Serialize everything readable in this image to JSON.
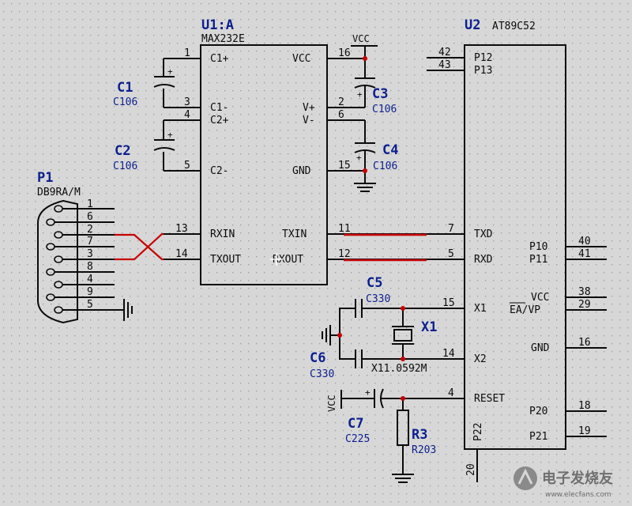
{
  "u1": {
    "ref": "U1:A",
    "part": "MAX232E",
    "left_labels": [
      "C1+",
      "C1-",
      "C2+",
      "C2-",
      "RXIN",
      "TXOUT"
    ],
    "left_pins": [
      "1",
      "3",
      "4",
      "5",
      "13",
      "14"
    ],
    "right_labels": [
      "VCC",
      "V+",
      "V-",
      "GND",
      "TXIN",
      "RXOUT"
    ],
    "right_pins": [
      "16",
      "2",
      "6",
      "15",
      "11",
      "12"
    ]
  },
  "u2": {
    "ref": "U2",
    "part": "AT89C52",
    "left_labels": [
      "P12",
      "P13",
      "TXD",
      "RXD",
      "X1",
      "X2",
      "RESET",
      "P22"
    ],
    "left_pins": [
      "42",
      "43",
      "7",
      "5",
      "15",
      "14",
      "4",
      "20"
    ],
    "right_labels": [
      "P10",
      "P11",
      "VCC",
      "EA/VP",
      "GND",
      "P20",
      "P21"
    ],
    "right_pins": [
      "40",
      "41",
      "38",
      "29",
      "16",
      "18",
      "19"
    ]
  },
  "p1": {
    "ref": "P1",
    "part": "DB9RA/M",
    "pins": [
      "1",
      "6",
      "2",
      "7",
      "3",
      "8",
      "4",
      "9",
      "5"
    ]
  },
  "components": {
    "c1": {
      "ref": "C1",
      "value": "C106"
    },
    "c2": {
      "ref": "C2",
      "value": "C106"
    },
    "c3": {
      "ref": "C3",
      "value": "C106"
    },
    "c4": {
      "ref": "C4",
      "value": "C106"
    },
    "c5": {
      "ref": "C5",
      "value": "C330"
    },
    "c6": {
      "ref": "C6",
      "value": "C330"
    },
    "c7": {
      "ref": "C7",
      "value": "C225"
    },
    "x1": {
      "ref": "X1",
      "value": "X11.0592M"
    },
    "r3": {
      "ref": "R3",
      "value": "R203"
    }
  },
  "power": {
    "vcc_top": "VCC",
    "vcc_reset": "VCC"
  },
  "polarity_mark": "+",
  "watermark": "电子发烧友",
  "watermark_url": "www.elecfans.com",
  "colors": {
    "wire": "#0b0b0b",
    "ref": "#0c1f8f",
    "junction": "#c80000",
    "highlight": "#c80000",
    "background": "#d7d7d7",
    "grid_dot": "#9b9b9b"
  }
}
